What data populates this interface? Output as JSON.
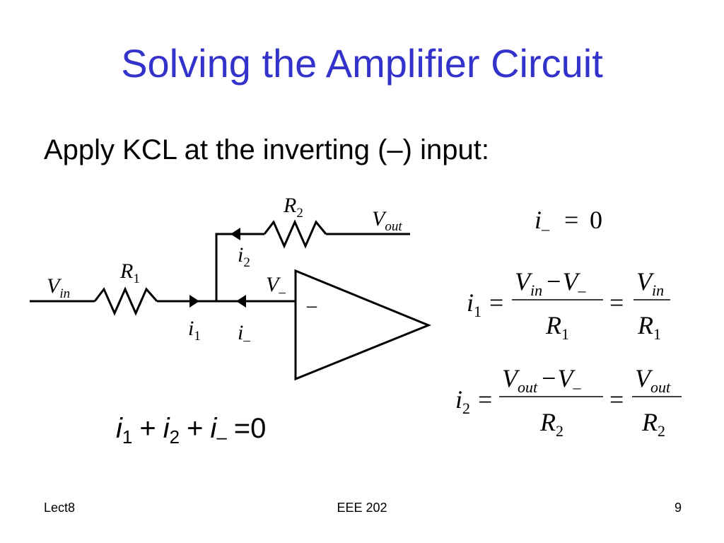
{
  "slide": {
    "title": "Solving the Amplifier Circuit",
    "bullet": "Apply KCL at the inverting (–) input:"
  },
  "circuit": {
    "r1": {
      "sym": "R",
      "sub": "1"
    },
    "r2": {
      "sym": "R",
      "sub": "2"
    },
    "vin": {
      "sym": "V",
      "sub": "in"
    },
    "vout": {
      "sym": "V",
      "sub": "out"
    },
    "vminus": {
      "sym": "V",
      "sub": "–"
    },
    "i1": {
      "sym": "i",
      "sub": "1"
    },
    "i2": {
      "sym": "i",
      "sub": "2"
    },
    "iminus": {
      "sym": "i",
      "sub": "–"
    },
    "opamp_minus": "–"
  },
  "equations": {
    "eq_a": {
      "lhs_sym": "i",
      "lhs_sub": "–",
      "rel": "=",
      "rhs": "0"
    },
    "eq_b": {
      "lhs_sym": "i",
      "lhs_sub": "1",
      "eq1": "=",
      "eq2": "=",
      "num1_v": "V",
      "num1_vsub": "in",
      "minus": "−",
      "num1_v2": "V",
      "num1_v2sub": "–",
      "den1_sym": "R",
      "den1_sub": "1",
      "num2_v": "V",
      "num2_vsub": "in",
      "den2_sym": "R",
      "den2_sub": "1"
    },
    "eq_c": {
      "lhs_sym": "i",
      "lhs_sub": "2",
      "eq1": "=",
      "eq2": "=",
      "num1_v": "V",
      "num1_vsub": "out",
      "minus": "−",
      "num1_v2": "V",
      "num1_v2sub": "–",
      "den1_sym": "R",
      "den1_sub": "2",
      "num2_v": "V",
      "num2_vsub": "out",
      "den2_sym": "R",
      "den2_sub": "2"
    },
    "kcl": {
      "t1": "i",
      "t1_sub": "1",
      "plus1": "+",
      "t2": "i",
      "t2_sub": "2",
      "plus2": "+",
      "t3": "i",
      "t3_sub": "–",
      "rel": "=0"
    }
  },
  "footer": {
    "left": "Lect8",
    "center": "EEE 202",
    "right": "9"
  }
}
